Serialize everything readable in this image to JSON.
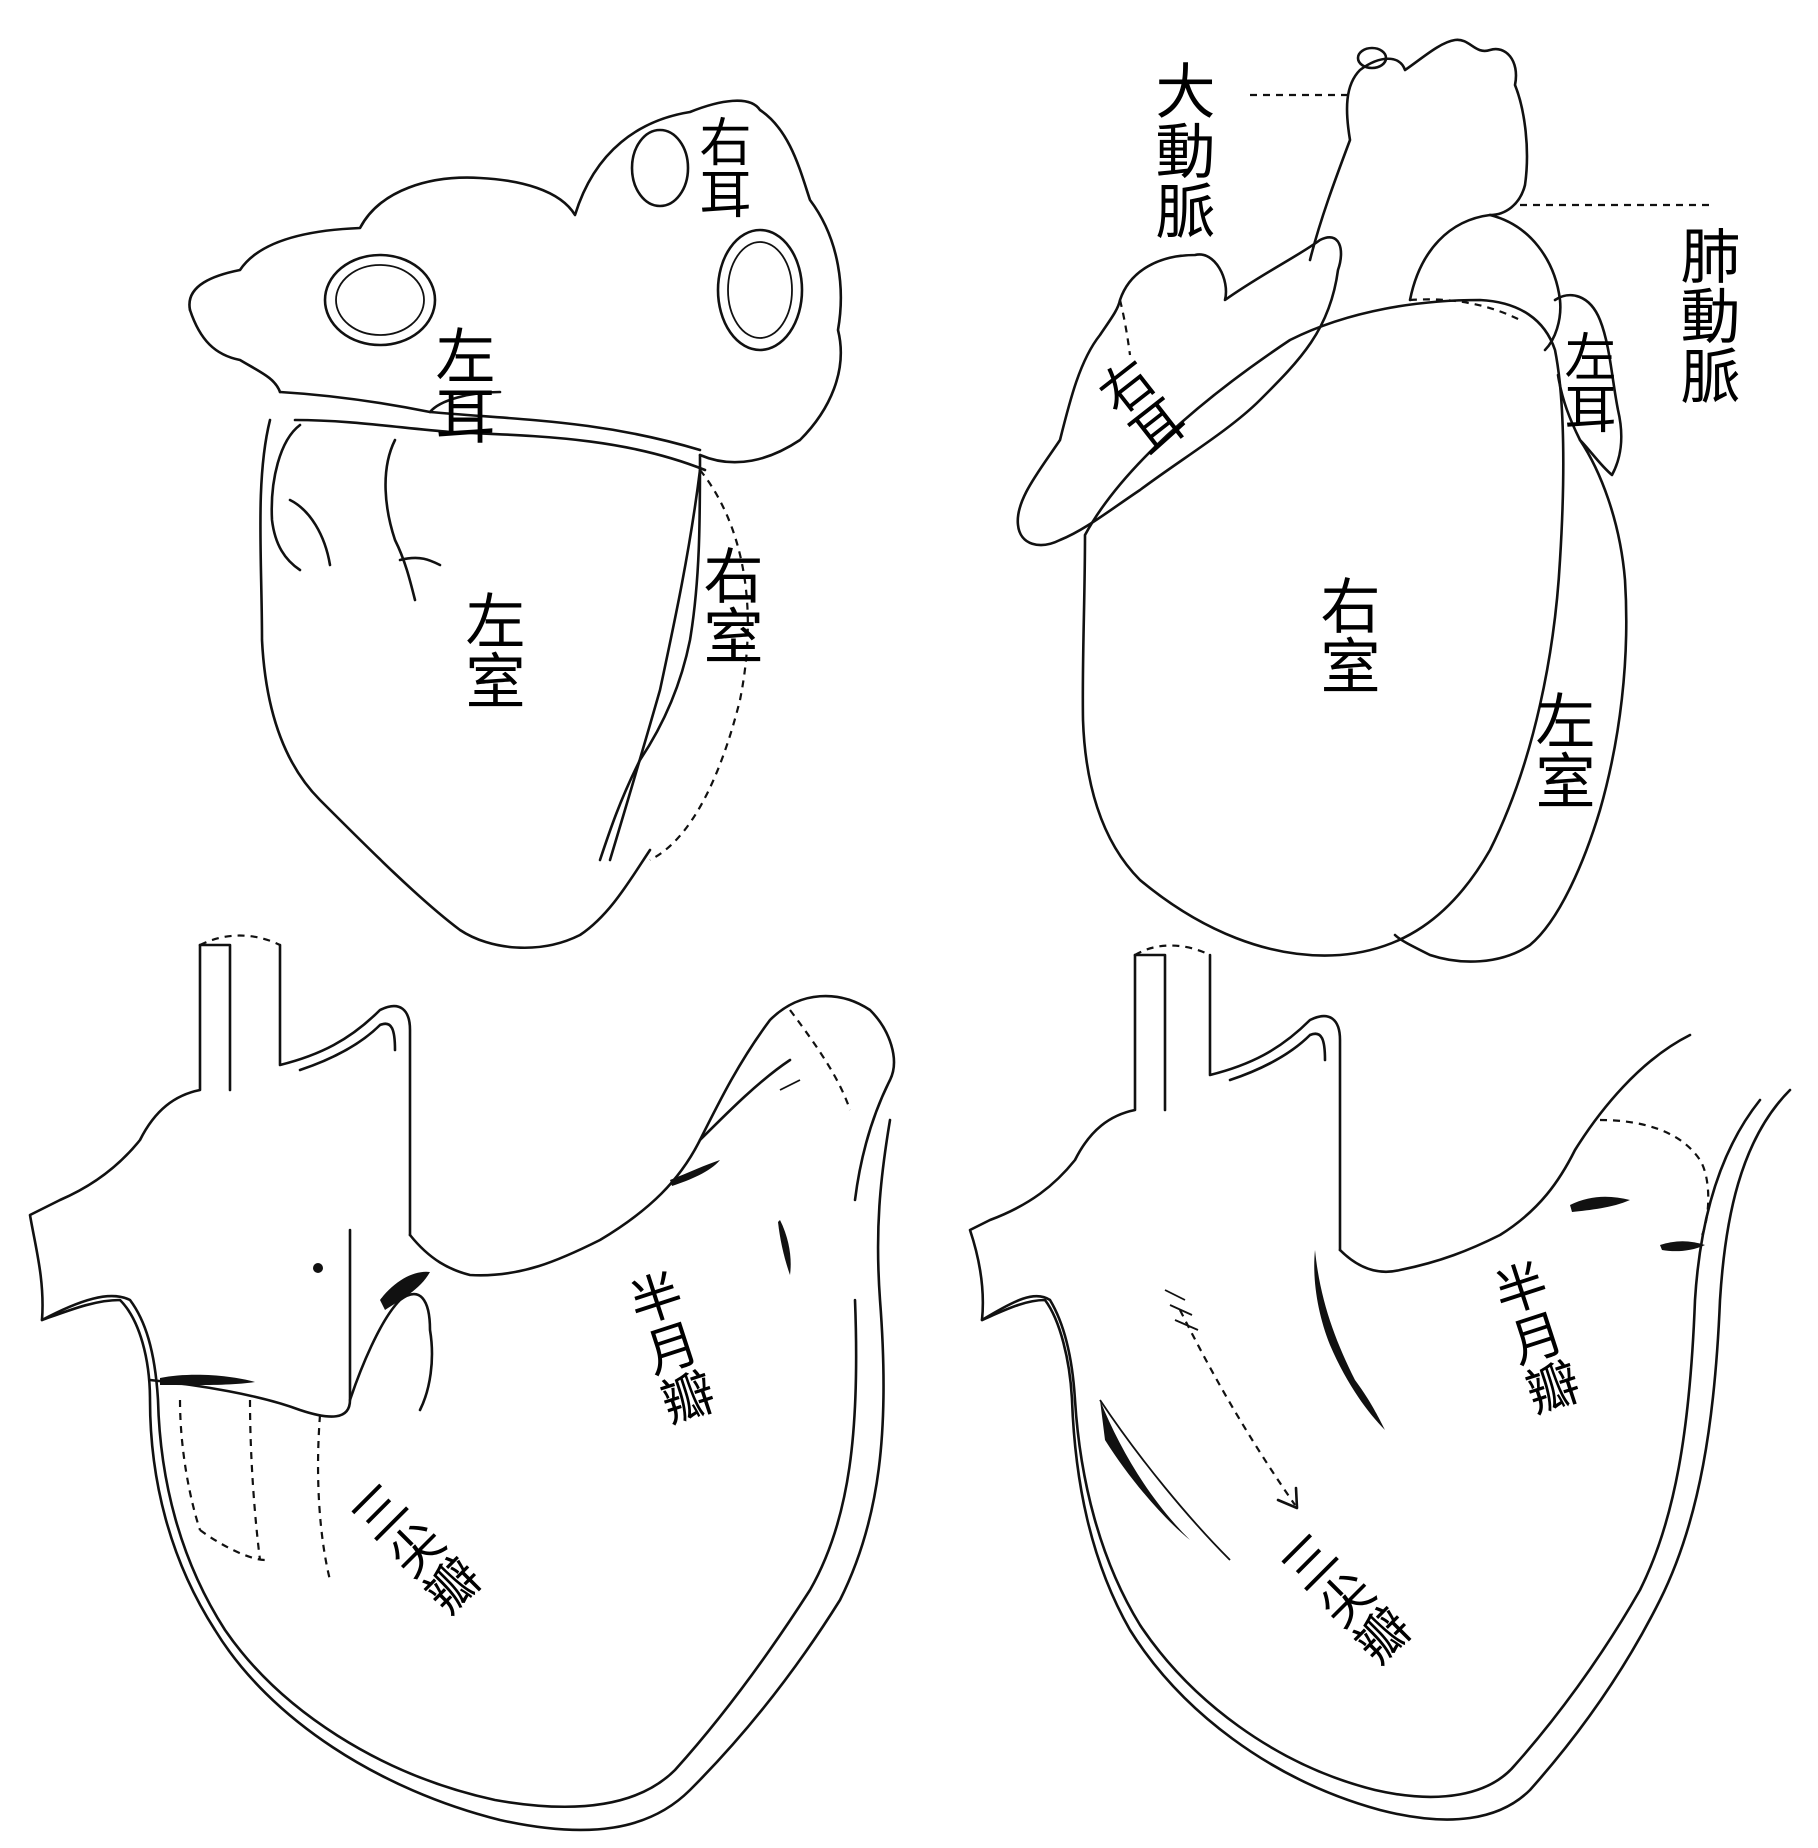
{
  "figure": {
    "top_left": {
      "left_atrium": "左耳",
      "right_atrium": "右耳",
      "left_ventricle": "左室",
      "right_ventricle": "右室"
    },
    "top_right": {
      "aorta": "大動脈",
      "pulmonary_artery": "肺動脈",
      "right_atrium": "右耳",
      "left_atrium": "左耳",
      "right_ventricle": "右室",
      "left_ventricle": "左室"
    },
    "bottom_left": {
      "semilunar_valve": "半月瓣",
      "tricuspid_valve": "三尖瓣"
    },
    "bottom_right": {
      "semilunar_valve": "半月瓣",
      "tricuspid_valve": "三尖瓣"
    }
  }
}
